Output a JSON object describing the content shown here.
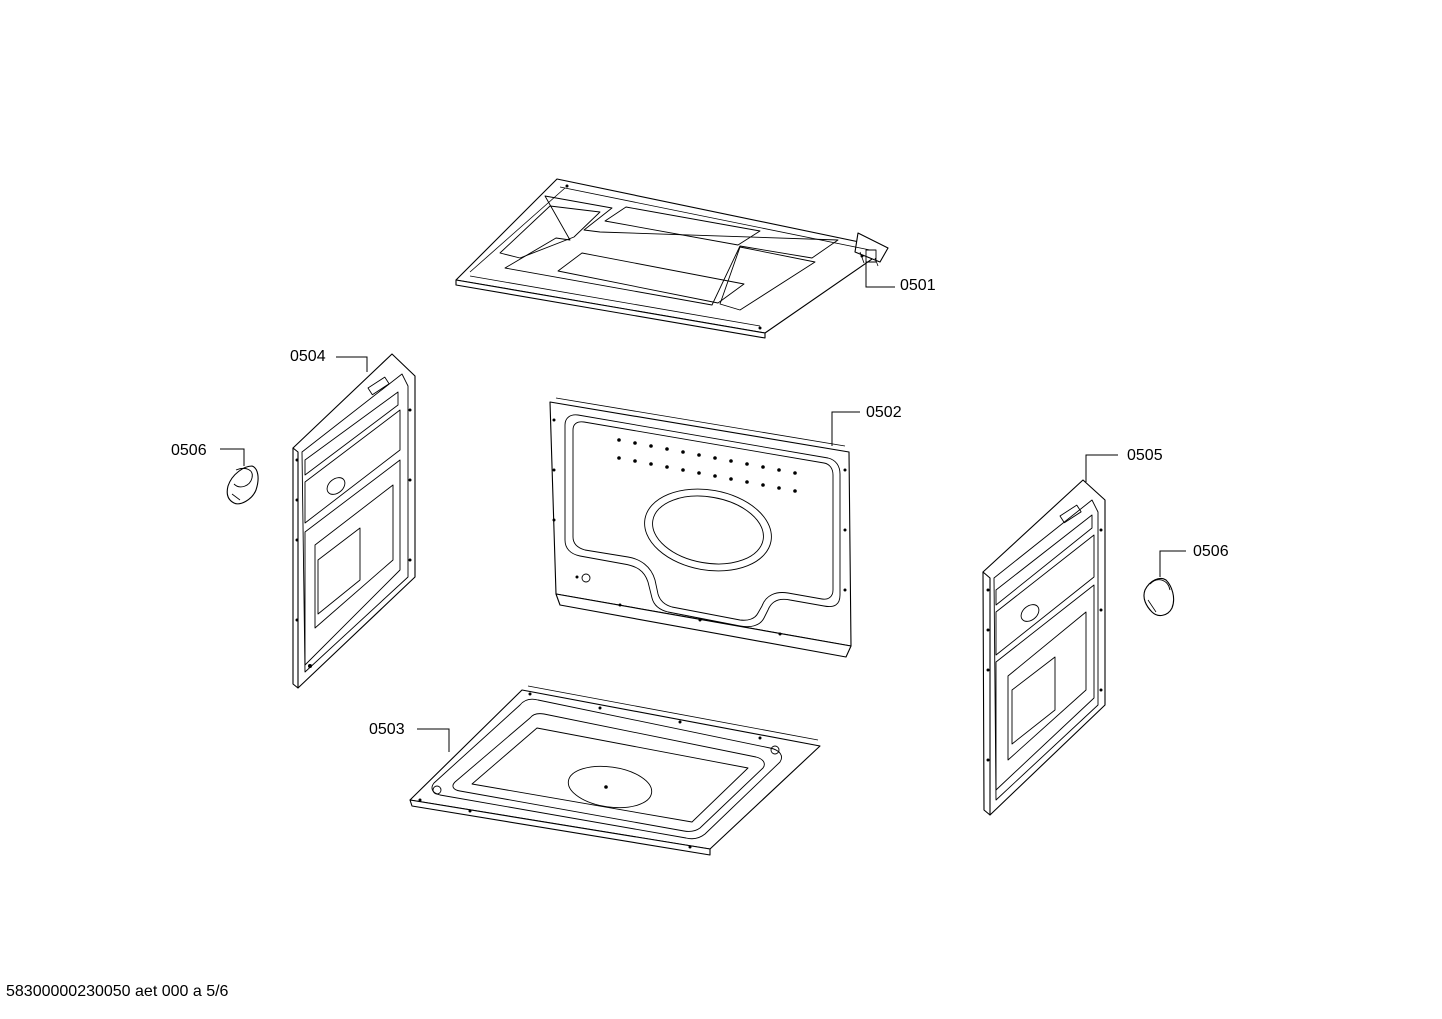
{
  "parts": {
    "p0501": "0501",
    "p0502": "0502",
    "p0503": "0503",
    "p0504": "0504",
    "p0505": "0505",
    "p0506_left": "0506",
    "p0506_right": "0506"
  },
  "footer": {
    "document_id": "58300000230050 aet 000 a 5/6"
  }
}
